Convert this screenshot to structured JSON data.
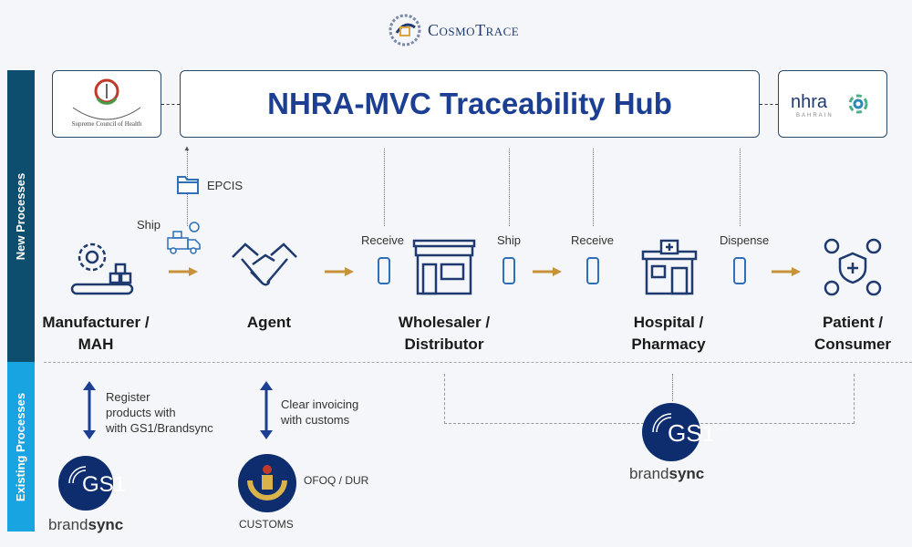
{
  "brand": {
    "name": "CosmoTrace"
  },
  "sidebar": {
    "new": "New Processes",
    "existing": "Existing Processes",
    "new_color": "#0d4d6e",
    "existing_color": "#18a4e0"
  },
  "hub": {
    "title": "NHRA-MVC Traceability Hub",
    "left_logo": "Supreme Council of Health",
    "right_logo": "nhra BAHRAIN"
  },
  "flow": {
    "epcis": "EPCIS",
    "ship1": "Ship",
    "receive1": "Receive",
    "ship2": "Ship",
    "receive2": "Receive",
    "dispense": "Dispense",
    "nodes": [
      {
        "line1": "Manufacturer /",
        "line2": "MAH",
        "icon": "factory-gear-icon"
      },
      {
        "line1": "Agent",
        "line2": "",
        "icon": "handshake-icon"
      },
      {
        "line1": "Wholesaler /",
        "line2": "Distributor",
        "icon": "store-icon"
      },
      {
        "line1": "Hospital /",
        "line2": "Pharmacy",
        "icon": "hospital-icon"
      },
      {
        "line1": "Patient /",
        "line2": "Consumer",
        "icon": "patient-network-icon"
      }
    ]
  },
  "existing": {
    "register": [
      "Register",
      "products with",
      "with GS1/Brandsync"
    ],
    "customs_text": [
      "Clear invoicing",
      "with customs"
    ],
    "ofoq": "OFOQ / DUR",
    "customs_label": "CUSTOMS",
    "gs1": "GS1",
    "brandsync_a": "brand",
    "brandsync_b": "sync"
  },
  "colors": {
    "navy": "#1c3f94",
    "arrow": "#c8913a",
    "icon": "#1f3a6e"
  }
}
